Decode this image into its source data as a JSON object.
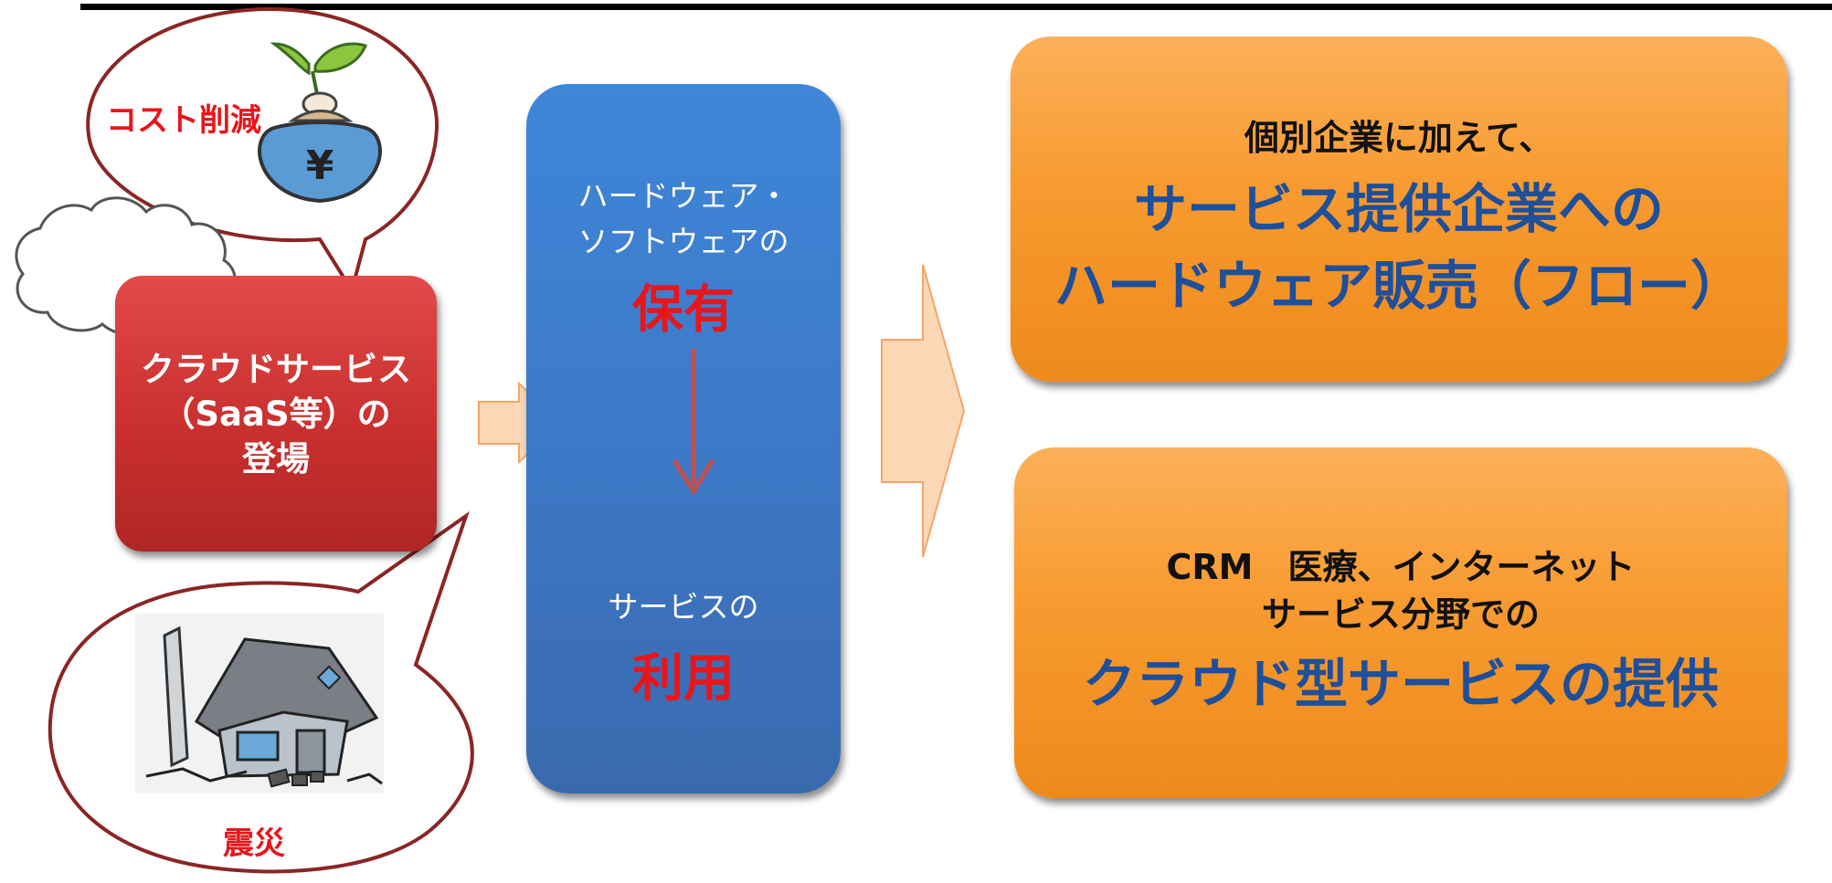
{
  "left": {
    "cost_label": "コスト削減",
    "yen_symbol": "¥",
    "disaster_label": "震災",
    "cloud_lines": [
      "クラウドサービス",
      "（SaaS等）の",
      "登場"
    ]
  },
  "middle": {
    "own_lines": [
      "ハードウェア・",
      "ソフトウェアの"
    ],
    "own_big": "保有",
    "use_line": "サービスの",
    "use_big": "利用"
  },
  "right_top": {
    "line1": "個別企業に加えて、",
    "line2": "サービス提供企業への",
    "line3": "ハードウェア販売（フロー）"
  },
  "right_bottom": {
    "line1": "CRM　医療、インターネット",
    "line2": "サービス分野での",
    "line3": "クラウド型サービスの提供"
  },
  "colors": {
    "red_box": "#c9302f",
    "blue_box": "#3d79c8",
    "orange_box": "#f79a2f",
    "accent_red": "#e8161b",
    "accent_blue": "#1e4f9a"
  }
}
